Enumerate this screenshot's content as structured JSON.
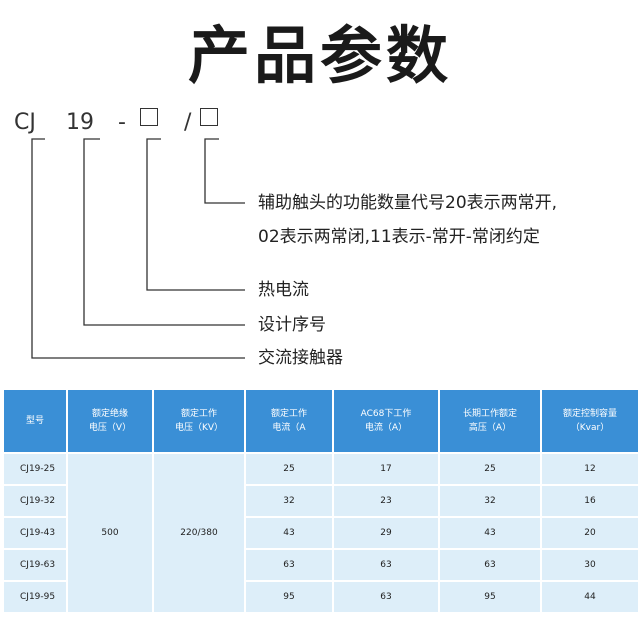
{
  "title": "产品参数",
  "code": {
    "prefix": "CJ",
    "series": "19",
    "dash": "-",
    "slash": "/"
  },
  "descriptions": [
    "辅助触头的功能数量代号20表示两常开,",
    "02表示两常闭,11表示-常开-常闭约定",
    "热电流",
    "设计序号",
    "交流接触器"
  ],
  "table": {
    "headers": [
      [
        "型号"
      ],
      [
        "额定绝缘",
        "电压（V）"
      ],
      [
        "额定工作",
        "电压（KV）"
      ],
      [
        "额定工作",
        "电流（A"
      ],
      [
        "AC68下工作",
        "电流（A）"
      ],
      [
        "长期工作额定",
        "高压（A）"
      ],
      [
        "额定控制容量",
        "（Kvar）"
      ]
    ],
    "insulation_voltage": "500",
    "working_voltage": "220/380",
    "rows": [
      {
        "model": "CJ19-25",
        "current": "25",
        "ac6b_current": "17",
        "long_term": "25",
        "capacity": "12"
      },
      {
        "model": "CJ19-32",
        "current": "32",
        "ac6b_current": "23",
        "long_term": "32",
        "capacity": "16"
      },
      {
        "model": "CJ19-43",
        "current": "43",
        "ac6b_current": "29",
        "long_term": "43",
        "capacity": "20"
      },
      {
        "model": "CJ19-63",
        "current": "63",
        "ac6b_current": "63",
        "long_term": "63",
        "capacity": "30"
      },
      {
        "model": "CJ19-95",
        "current": "95",
        "ac6b_current": "63",
        "long_term": "95",
        "capacity": "44"
      }
    ]
  },
  "colors": {
    "header_bg": "#3a8fd6",
    "cell_bg": "#ddeef9"
  }
}
